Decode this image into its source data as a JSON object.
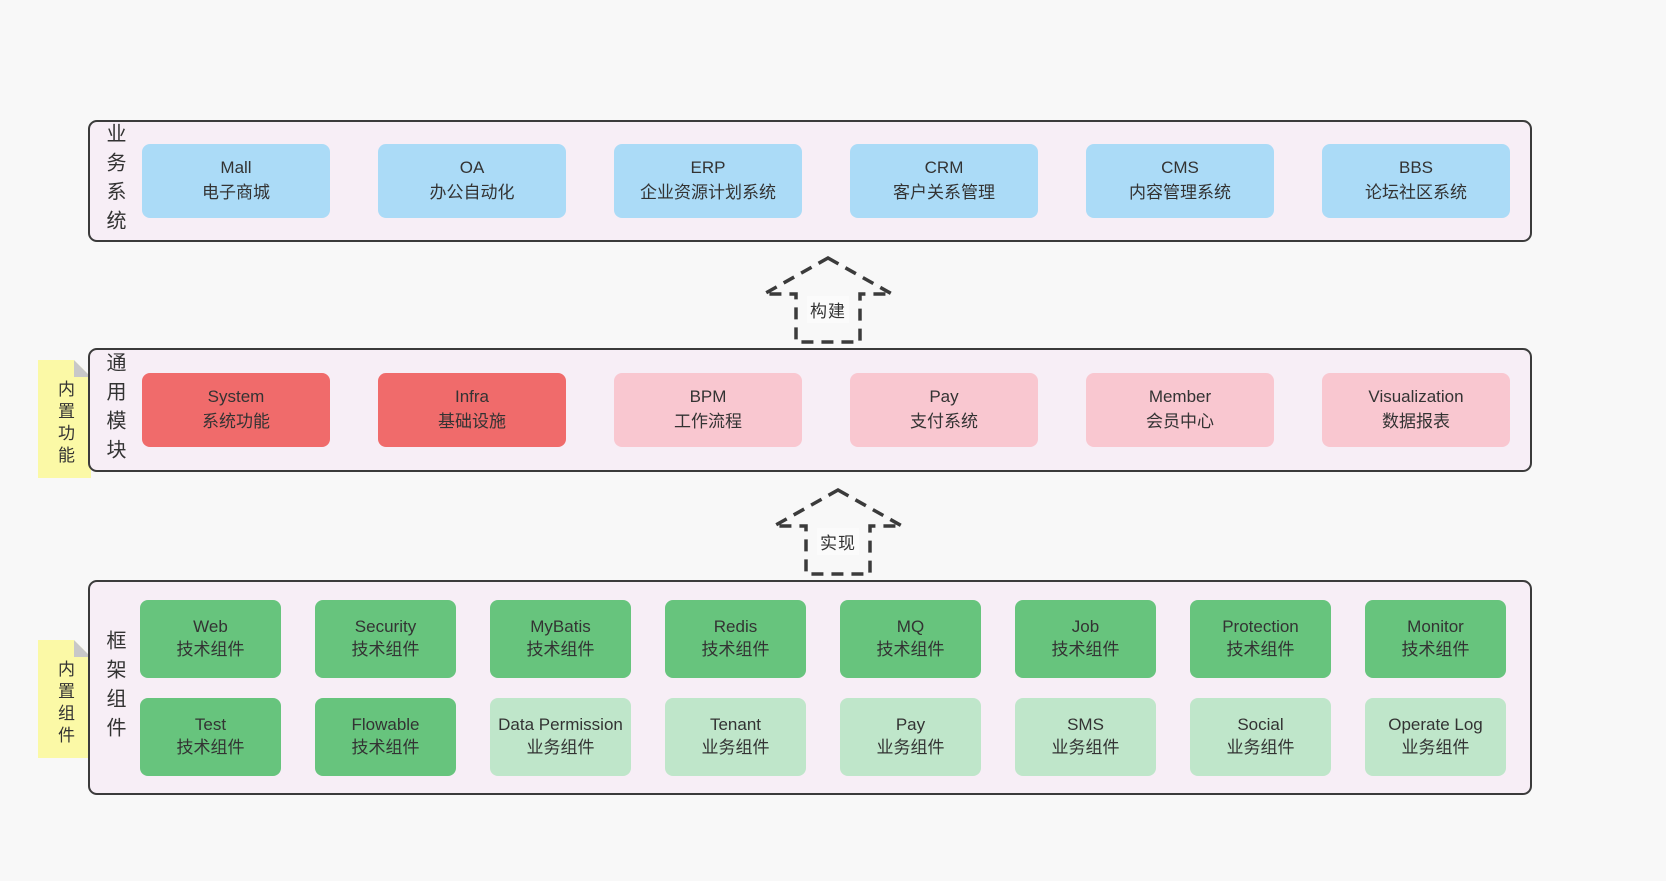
{
  "colors": {
    "page_bg": "#f8f8f8",
    "band_bg": "#f7eef6",
    "border": "#3b3b3b",
    "text": "#333333",
    "blue": "#abdbf7",
    "red": "#f06b6b",
    "pink": "#f9c7d0",
    "green": "#67c47d",
    "lightgreen": "#bfe6ca",
    "yellow": "#fbf9a6",
    "fold": "#c8c8c8"
  },
  "bands": [
    {
      "label": "业务系统",
      "boxes": [
        {
          "en": "Mall",
          "zh": "电子商城"
        },
        {
          "en": "OA",
          "zh": "办公自动化"
        },
        {
          "en": "ERP",
          "zh": "企业资源计划系统"
        },
        {
          "en": "CRM",
          "zh": "客户关系管理"
        },
        {
          "en": "CMS",
          "zh": "内容管理系统"
        },
        {
          "en": "BBS",
          "zh": "论坛社区系统"
        }
      ]
    },
    {
      "label": "通用模块",
      "note": "内置功能",
      "boxes": [
        {
          "en": "System",
          "zh": "系统功能"
        },
        {
          "en": "Infra",
          "zh": "基础设施"
        },
        {
          "en": "BPM",
          "zh": "工作流程"
        },
        {
          "en": "Pay",
          "zh": "支付系统"
        },
        {
          "en": "Member",
          "zh": "会员中心"
        },
        {
          "en": "Visualization",
          "zh": "数据报表"
        }
      ]
    },
    {
      "label": "框架组件",
      "note": "内置组件",
      "rows": [
        [
          {
            "en": "Web",
            "zh": "技术组件"
          },
          {
            "en": "Security",
            "zh": "技术组件"
          },
          {
            "en": "MyBatis",
            "zh": "技术组件"
          },
          {
            "en": "Redis",
            "zh": "技术组件"
          },
          {
            "en": "MQ",
            "zh": "技术组件"
          },
          {
            "en": "Job",
            "zh": "技术组件"
          },
          {
            "en": "Protection",
            "zh": "技术组件"
          },
          {
            "en": "Monitor",
            "zh": "技术组件"
          }
        ],
        [
          {
            "en": "Test",
            "zh": "技术组件"
          },
          {
            "en": "Flowable",
            "zh": "技术组件"
          },
          {
            "en": "Data Permission",
            "zh": "业务组件"
          },
          {
            "en": "Tenant",
            "zh": "业务组件"
          },
          {
            "en": "Pay",
            "zh": "业务组件"
          },
          {
            "en": "SMS",
            "zh": "业务组件"
          },
          {
            "en": "Social",
            "zh": "业务组件"
          },
          {
            "en": "Operate Log",
            "zh": "业务组件"
          }
        ]
      ]
    }
  ],
  "arrows": [
    {
      "label": "构建"
    },
    {
      "label": "实现"
    }
  ]
}
